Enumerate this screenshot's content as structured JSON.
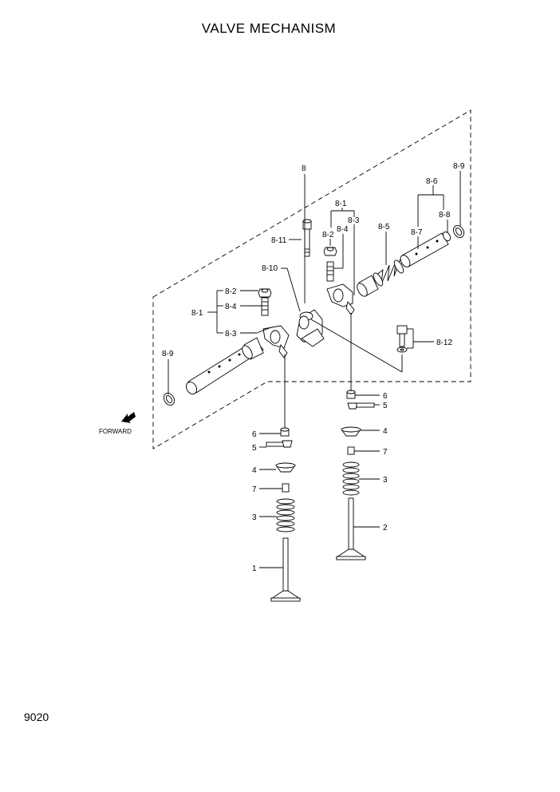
{
  "title": "VALVE MECHANISM",
  "page_number": "9020",
  "forward_label": "FORWARD",
  "labels": {
    "l8": "8",
    "l8_9_right": "8-9",
    "l8_6": "8-6",
    "l8_8": "8-8",
    "l8_7": "8-7",
    "l8_1_top": "8-1",
    "l8_3_top": "8-3",
    "l8_2_top": "8-2",
    "l8_4_top": "8-4",
    "l8_5": "8-5",
    "l8_11": "8-11",
    "l8_10": "8-10",
    "l8_2_left": "8-2",
    "l8_1_left": "8-1",
    "l8_4_left": "8-4",
    "l8_3_left": "8-3",
    "l8_9_left": "8-9",
    "l8_12": "8-12",
    "r6": "6",
    "r5": "5",
    "r4": "4",
    "r7": "7",
    "r3": "3",
    "r2": "2",
    "c6": "6",
    "c5": "5",
    "c4": "4",
    "c7": "7",
    "c3": "3",
    "c1": "1"
  }
}
